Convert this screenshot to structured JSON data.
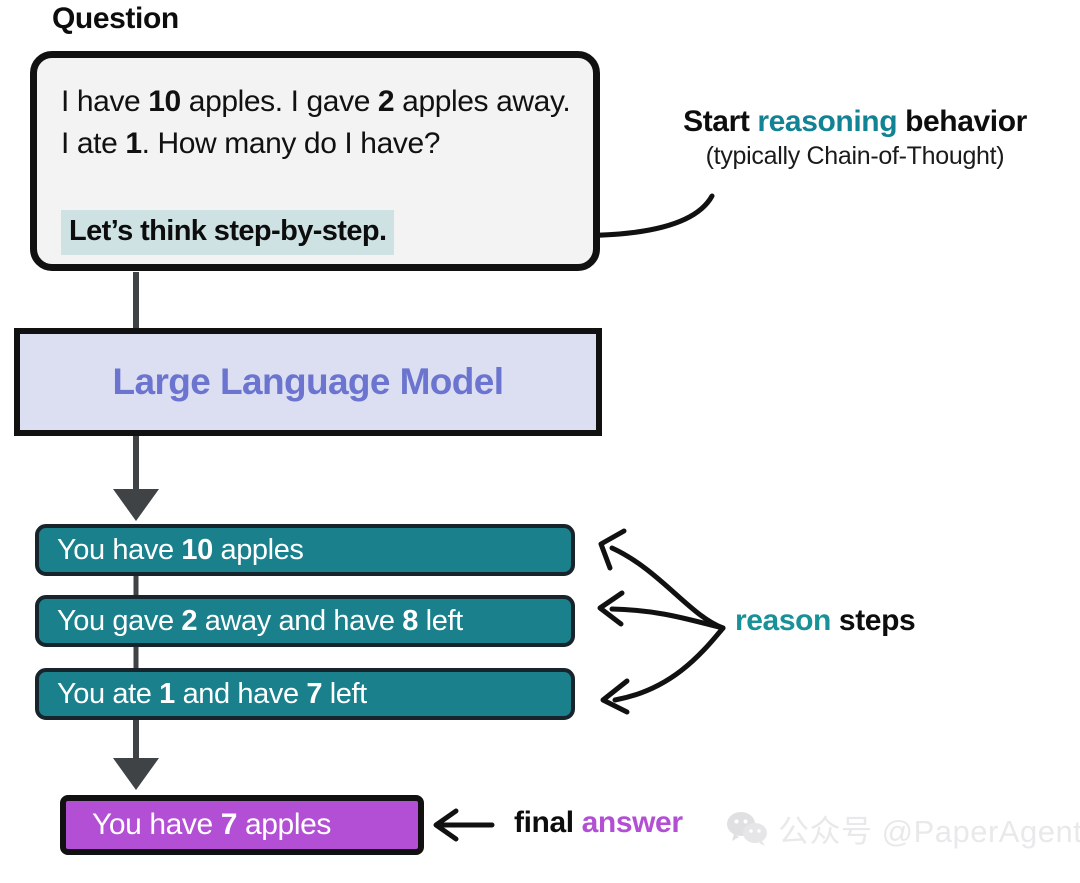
{
  "question": {
    "label": "Question",
    "prompt_line1_a": "I have ",
    "prompt_num1": "10",
    "prompt_line1_b": " apples. I gave ",
    "prompt_num2": "2",
    "prompt_line1_c": " apples",
    "prompt_line2_a": "away. I ate ",
    "prompt_num3": "1",
    "prompt_line2_b": ". How many do I have?",
    "cot_trigger": "Let’s think step-by-step.",
    "highlight_color": "#cfe2e3"
  },
  "annotations": {
    "reasoning": {
      "prefix": "Start ",
      "highlight": "reasoning",
      "suffix": " behavior",
      "subtitle": "(typically Chain-of-Thought)",
      "highlight_color": "#128394"
    },
    "steps": {
      "highlight": "reason",
      "suffix": " steps",
      "highlight_color": "#199199"
    },
    "answer": {
      "prefix": "final ",
      "highlight": "answer",
      "highlight_color": "#b24fd4"
    }
  },
  "model": {
    "label": "Large Language Model",
    "box_color": "#dcdef2",
    "text_color": "#6b74cf"
  },
  "steps": {
    "box_color": "#19808c",
    "items": [
      {
        "a": "You have ",
        "num": "10",
        "b": " apples"
      },
      {
        "a": "You gave ",
        "num": "2",
        "b": " away and have ",
        "num2": "8",
        "c": " left"
      },
      {
        "a": "You ate ",
        "num": "1",
        "b": " and have ",
        "num2": "7",
        "c": " left"
      }
    ]
  },
  "answer": {
    "a": "You have ",
    "num": "7",
    "b": " apples",
    "box_color": "#b34fd4"
  },
  "watermark": {
    "text": "公众号 @PaperAgent",
    "icon": "wechat-icon"
  }
}
